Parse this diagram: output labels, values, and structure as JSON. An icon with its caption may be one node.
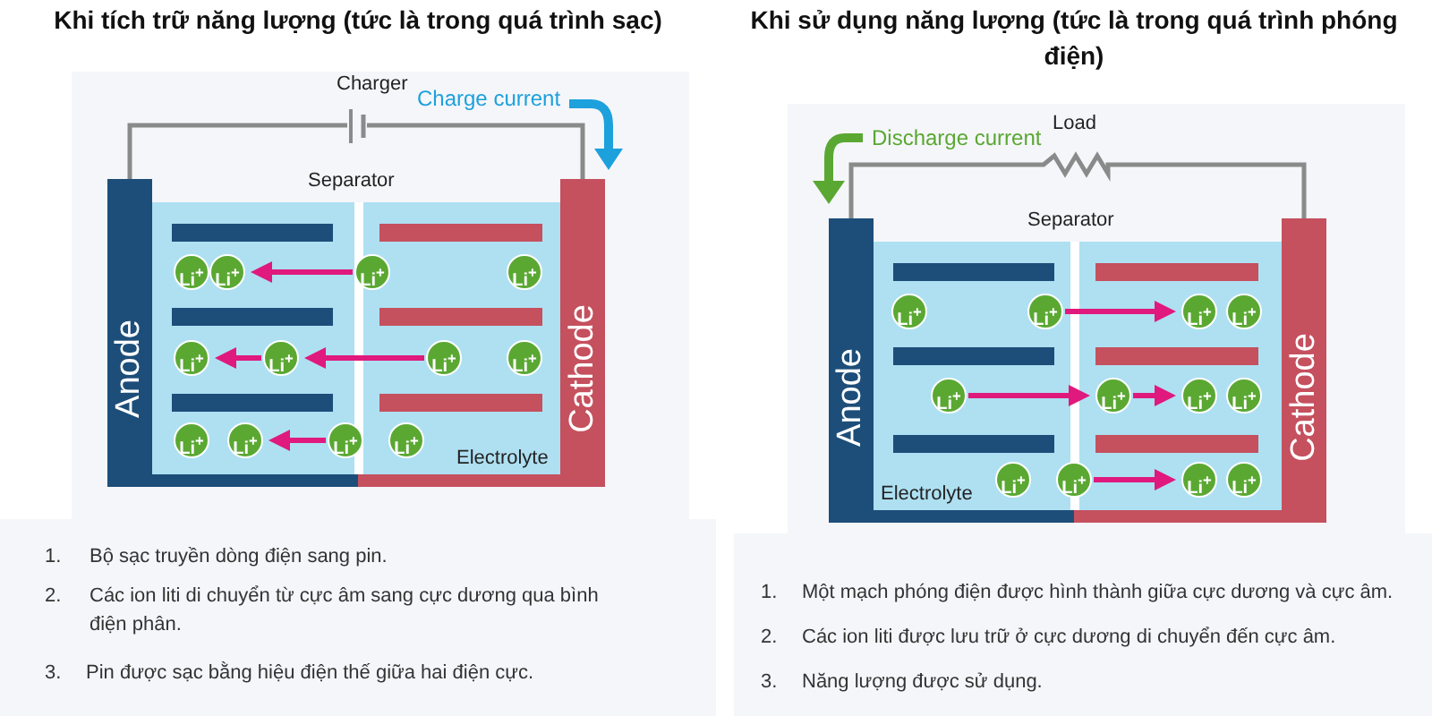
{
  "diagram": {
    "nodes": [
      {
        "text": [
          "Anode"
        ]
      },
      {
        "text": [
          "Cathode"
        ]
      },
      {
        "text": [
          "Anode"
        ]
      },
      {
        "text": [
          "Cathode"
        ]
      },
      {
        "text": [
          "Li$^{+}$"
        ]
      },
      {
        "text": [
          "Li$^{+}$"
        ]
      },
      {
        "text": [
          "Li$^{+}$"
        ]
      },
      {
        "text": [
          "Li$^{+}$"
        ]
      },
      {
        "text": [
          "Li$^{+}$"
        ]
      },
      {
        "text": [
          "Li$^{+}$"
        ]
      },
      {
        "text": [
          "Li$^{+}$"
        ]
      },
      {
        "text": [
          "Li$^{+}$"
        ]
      },
      {
        "text": [
          "Li$^{+}$"
        ]
      },
      {
        "text": [
          "Li$^{+}$"
        ]
      },
      {
        "text": [
          "Li$^{+}$"
        ]
      },
      {
        "text": [
          "Li$^{+}$"
        ]
      },
      {
        "text": [
          "Li$^{+}$"
        ]
      },
      {
        "text": [
          "Li$^{+}$"
        ]
      },
      {
        "text": [
          "Li$^{+}$"
        ]
      },
      {
        "text": [
          "Li$^{+}$"
        ]
      },
      {
        "text": [
          "Li$^{+}$"
        ]
      },
      {
        "text": [
          "Li$^{+}$"
        ]
      },
      {
        "text": [
          "Li$^{+}$"
        ]
      },
      {
        "text": [
          "Li$^{+}$"
        ]
      },
      {
        "text": [
          "Li$^{+}$"
        ]
      },
      {
        "text": [
          "Li$^{+}$"
        ]
      },
      {
        "text": [
          "Li$^{+}$"
        ]
      },
      {
        "text": [
          "Li$^{+}$"
        ]
      }
    ],
    "edges": [
      {
        "from": 0,
        "to": 1,
        "arrow": "none",
        "label": "Charger",
        "color": "#8a8a8a"
      },
      {
        "from": 2,
        "to": 3,
        "arrow": "none",
        "label": "Load",
        "color": "#8a8a8a"
      },
      {
        "from": 6,
        "to": 5,
        "arrow": "to"
      },
      {
        "from": 9,
        "to": 8,
        "arrow": "to"
      },
      {
        "from": 10,
        "to": 9,
        "arrow": "to"
      },
      {
        "from": 14,
        "to": 13,
        "arrow": "to"
      },
      {
        "from": 17,
        "to": 18,
        "arrow": "to"
      },
      {
        "from": 20,
        "to": 21,
        "arrow": "to"
      },
      {
        "from": 21,
        "to": 22,
        "arrow": "to"
      },
      {
        "from": 25,
        "to": 26,
        "arrow": "to"
      }
    ],
    "labels": [
      "Khi tích trữ năng lượng (tức là trong quá trình sạc)",
      "Khi sử dụng năng lượng (tức là trong quá trình phóng điện)",
      "Charge current",
      "Separator",
      "Electrolyte",
      "Discharge current",
      "Separator",
      "Electrolyte",
      "1.",
      "Bộ sạc truyền dòng điện sang pin.",
      "2.",
      "Các ion liti di chuyển từ cực âm sang cực dương qua bình điện phân.",
      "3.",
      "Pin được sạc bằng hiệu điện thế giữa hai điện cực.",
      "1.",
      "Một mạch phóng điện được hình thành giữa cực dương và cực âm.",
      "2.",
      "Các ion liti được lưu trữ ở cực dương di chuyển đến cực âm.",
      "3.",
      "Năng lượng được sử dụng."
    ]
  }
}
